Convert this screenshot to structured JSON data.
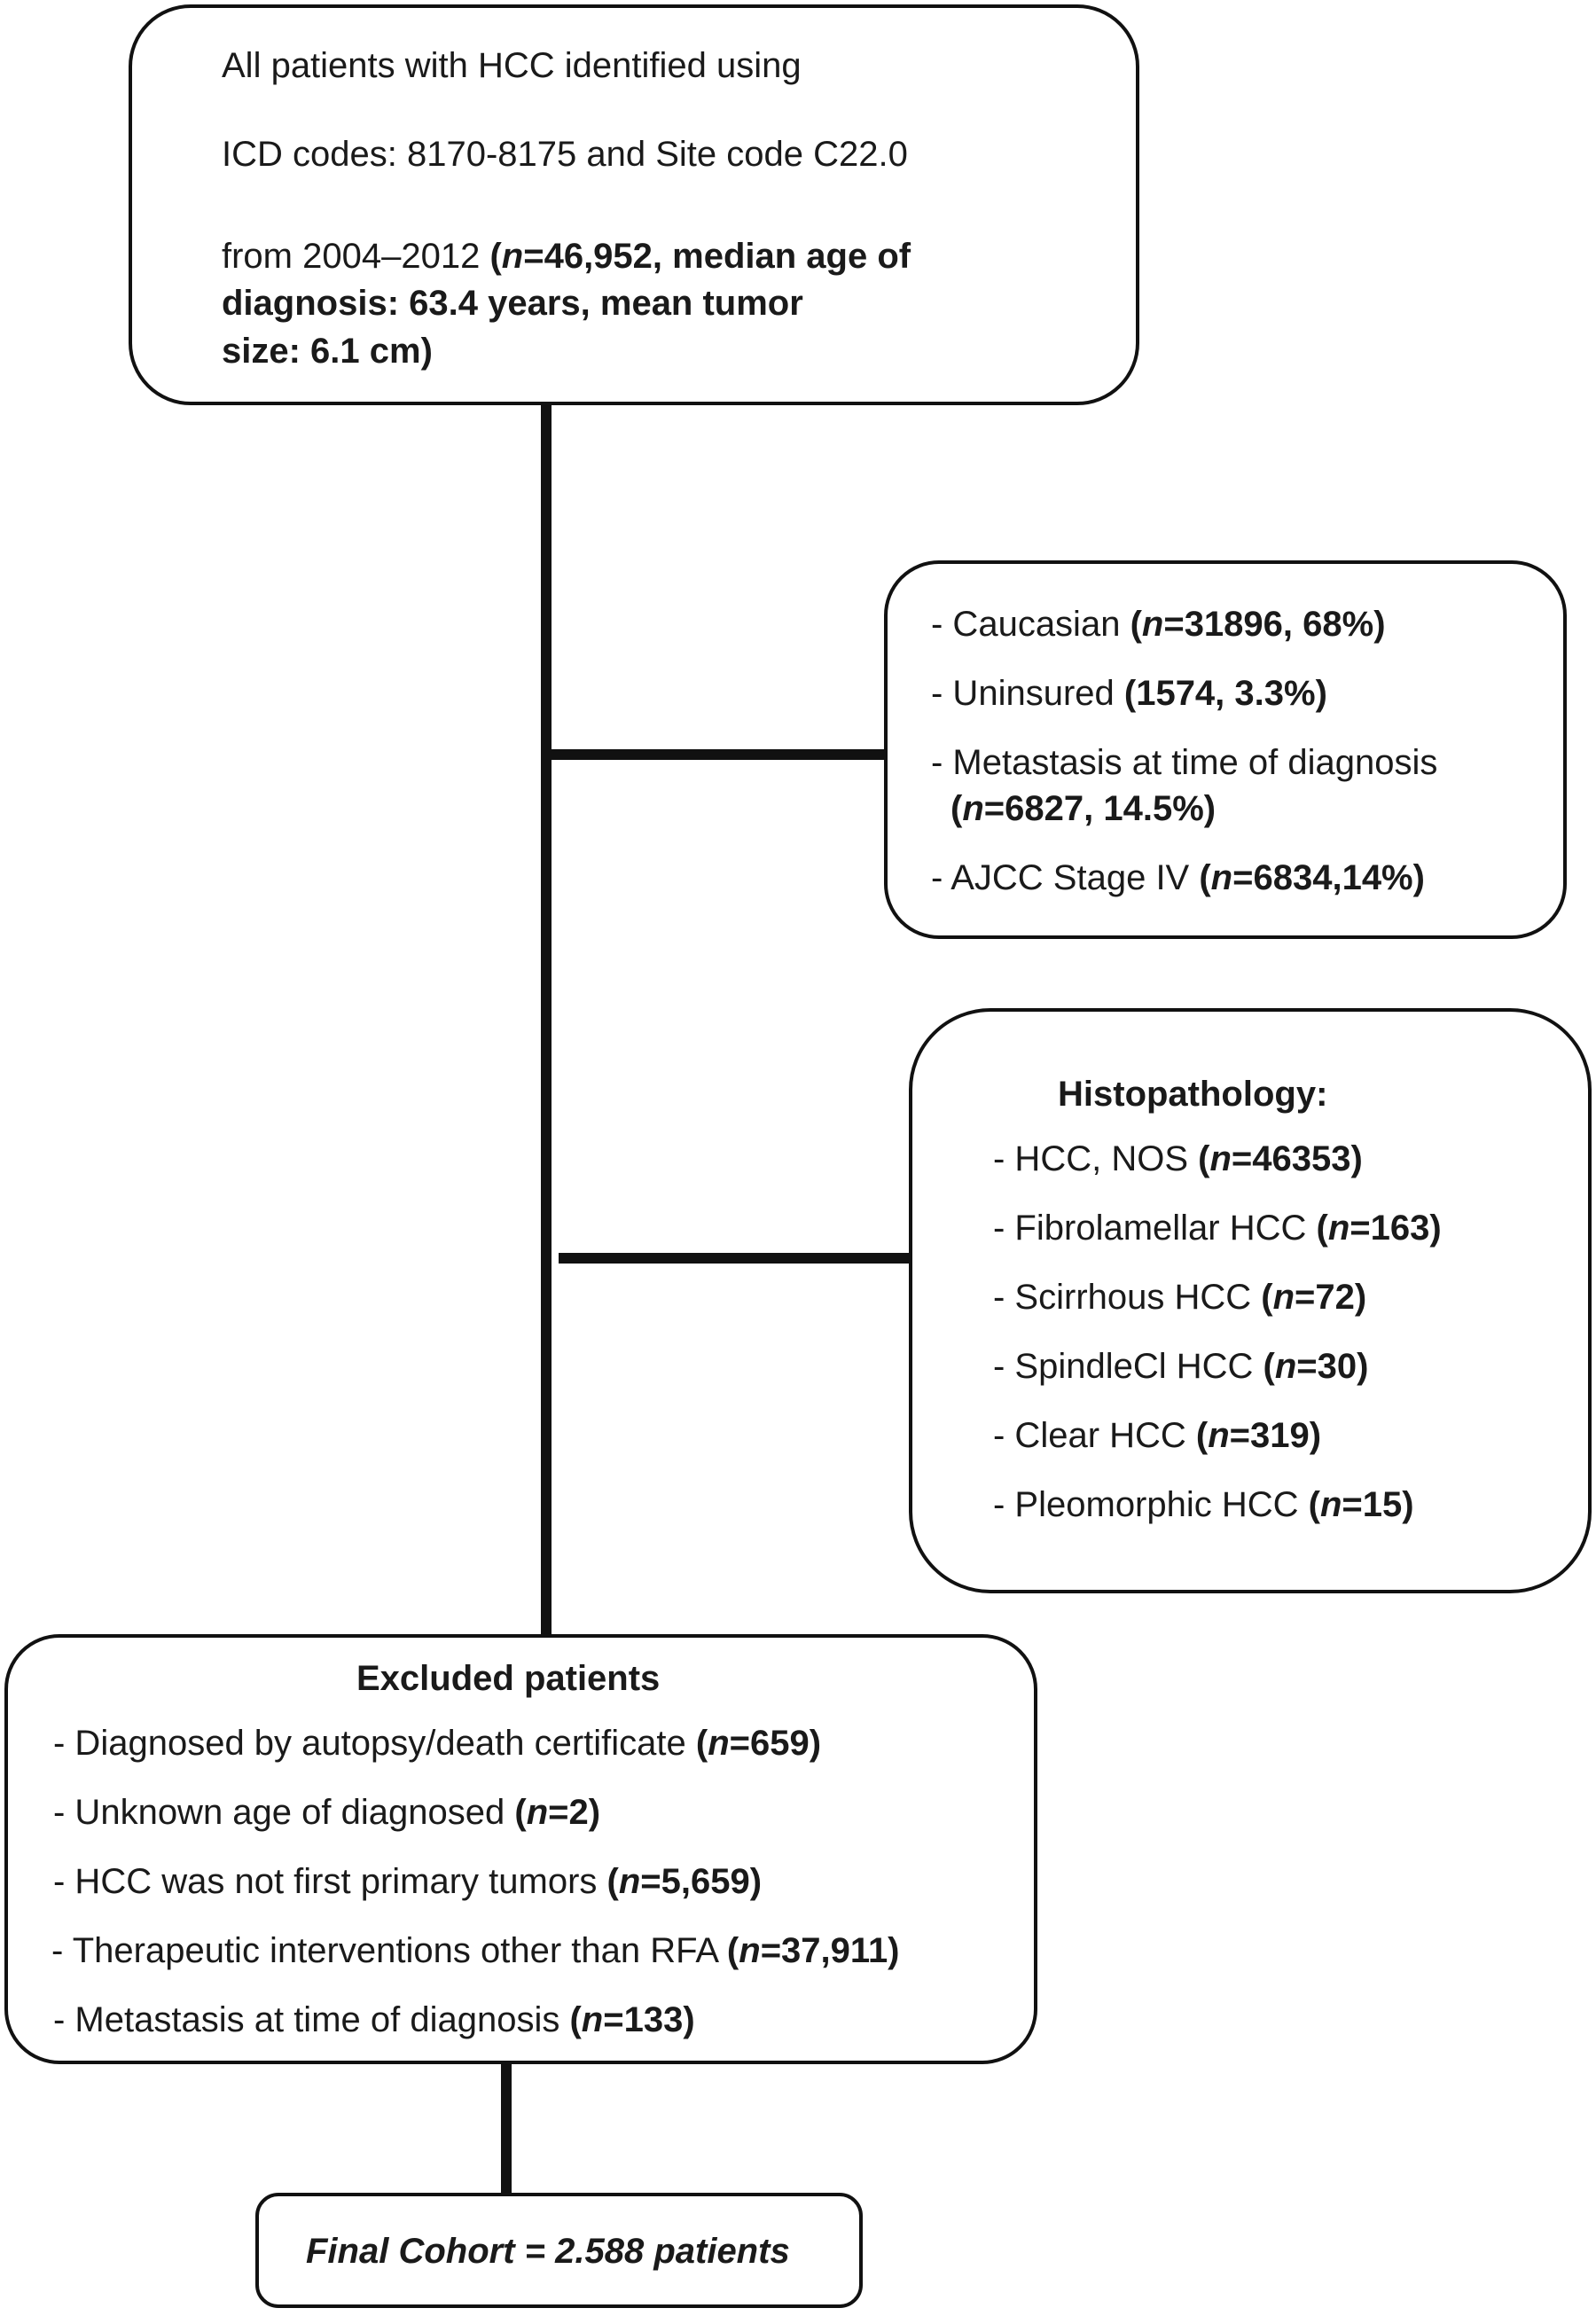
{
  "top_box": {
    "line1": "All patients with HCC identified using",
    "line2": "ICD codes: 8170-8175 and Site code C22.0",
    "line3_plain": "from 2004–2012 ",
    "line3_bold_open": "(",
    "line3_n": "n",
    "line3_bold_rest": "=46,952, median age of",
    "line4": "diagnosis: 63.4 years, mean tumor",
    "line5": "size: 6.1 cm)"
  },
  "demographics_box": {
    "items": [
      {
        "prefix": "- Caucasian ",
        "open": "(",
        "n": "n",
        "value": "=31896, 68%)"
      },
      {
        "prefix": "- Uninsured ",
        "open": "",
        "n": "",
        "value": "(1574, 3.3%)"
      },
      {
        "prefix": "- Metastasis at time of diagnosis",
        "open": "",
        "n": "",
        "value": ""
      },
      {
        "prefix": "",
        "open": "(",
        "n": "n",
        "value": "=6827, 14.5%)"
      },
      {
        "prefix": "- AJCC Stage IV ",
        "open": "(",
        "n": "n",
        "value": "=6834,14%)"
      }
    ]
  },
  "histopathology_box": {
    "title": "Histopathology:",
    "items": [
      {
        "prefix": "- HCC, NOS ",
        "n": "n",
        "value": "=46353)"
      },
      {
        "prefix": "- Fibrolamellar HCC ",
        "n": "n",
        "value": "=163)"
      },
      {
        "prefix": "- Scirrhous HCC ",
        "n": "n",
        "value": "=72)"
      },
      {
        "prefix": "- SpindleCl HCC ",
        "n": "n",
        "value": "=30)"
      },
      {
        "prefix": "- Clear HCC ",
        "n": "n",
        "value": "=319)"
      },
      {
        "prefix": "- Pleomorphic HCC ",
        "n": "n",
        "value": "=15)"
      }
    ]
  },
  "excluded_box": {
    "title": "Excluded patients",
    "items": [
      {
        "prefix": "- Diagnosed by autopsy/death certificate ",
        "n": "n",
        "value": "=659)"
      },
      {
        "prefix": "- Unknown age of diagnosed ",
        "n": "n",
        "value": "=2)"
      },
      {
        "prefix": "- HCC was not first primary tumors ",
        "n": "n",
        "value": "=5,659)"
      },
      {
        "prefix": "- Therapeutic interventions other than RFA ",
        "n": "n",
        "value": "=37,911)"
      },
      {
        "prefix": "- Metastasis at time of diagnosis ",
        "n": "n",
        "value": "=133)"
      }
    ]
  },
  "final_box": {
    "label": "Final Cohort = 2.588 patients"
  }
}
